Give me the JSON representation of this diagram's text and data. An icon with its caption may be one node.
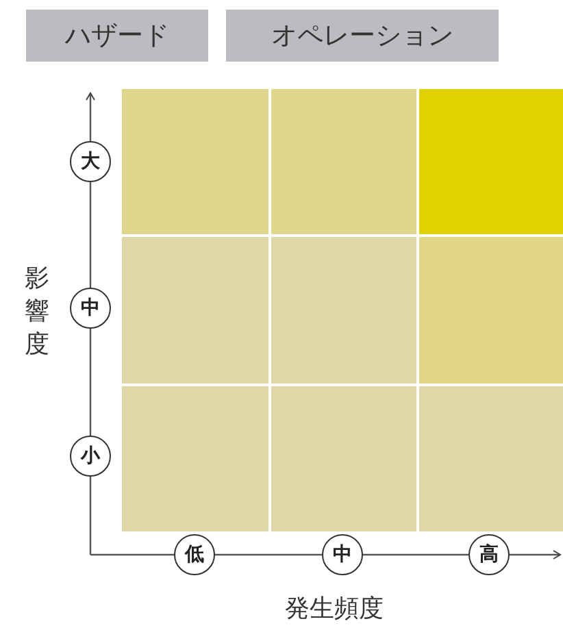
{
  "diagram": {
    "nodes": [
      {
        "text": [
          "ハザード"
        ]
      },
      {
        "text": [
          "オペレーション"
        ]
      },
      {
        "text": [],
        "shape": "box"
      },
      {
        "text": [],
        "shape": "box"
      },
      {
        "text": [],
        "shape": "box"
      },
      {
        "text": [],
        "shape": "box"
      },
      {
        "text": [],
        "shape": "box"
      },
      {
        "text": [],
        "shape": "box"
      },
      {
        "text": [],
        "shape": "box"
      },
      {
        "text": [],
        "shape": "box"
      },
      {
        "text": [],
        "shape": "box"
      },
      {
        "text": [
          "大"
        ]
      },
      {
        "text": [
          "中"
        ]
      },
      {
        "text": [
          "小"
        ]
      },
      {
        "text": [
          "低"
        ]
      },
      {
        "text": [
          "中"
        ]
      },
      {
        "text": [
          "高"
        ]
      }
    ],
    "edges": [],
    "labels": [
      "影響度",
      "発生頻度"
    ]
  }
}
